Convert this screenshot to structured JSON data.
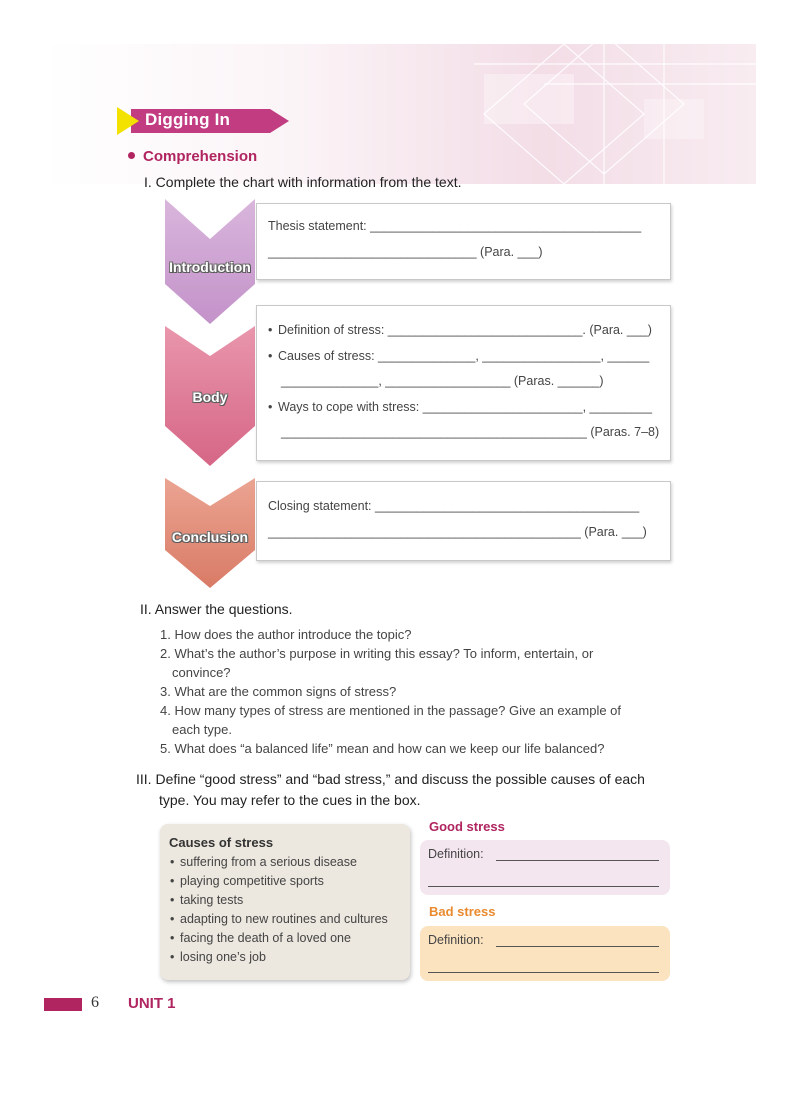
{
  "section_banner": "Digging In",
  "subsection": "Comprehension",
  "part1": {
    "number": "I.",
    "instruction": "Complete the chart with information from the text.",
    "introduction": {
      "label": "Introduction",
      "line1": "Thesis statement: _______________________________________",
      "line2": "______________________________ (Para. ___)"
    },
    "body": {
      "label": "Body",
      "bullet1": "Definition of stress: ____________________________. (Para. ___)",
      "bullet2_a": "Causes of stress: ______________, _________________, ______",
      "bullet2_b": "______________, __________________ (Paras. ______)",
      "bullet3_a": "Ways to cope with stress: _______________________, _________",
      "bullet3_b": "____________________________________________ (Paras. 7–8)"
    },
    "conclusion": {
      "label": "Conclusion",
      "line1": "Closing statement: ______________________________________",
      "line2": "_____________________________________________ (Para. ___)"
    }
  },
  "part2": {
    "number": "II.",
    "instruction": "Answer the questions.",
    "questions": [
      "1. How does the author introduce the topic?",
      "2. What’s the author’s purpose in writing this essay? To inform, entertain, or",
      "convince?",
      "3. What are the common signs of stress?",
      "4. How many types of stress are mentioned in the passage? Give an example of",
      "each type.",
      "5. What does “a balanced life” mean and how can we keep our life balanced?"
    ]
  },
  "part3": {
    "number": "III.",
    "instruction_line1": "Define “good stress” and “bad stress,” and discuss the possible causes of each",
    "instruction_line2": "type. You may refer to the cues in the box.",
    "causes_title": "Causes of stress",
    "causes": [
      "suffering from a serious disease",
      "playing competitive sports",
      "taking tests",
      "adapting to new routines and cultures",
      "facing the death of a loved one",
      "losing one’s job"
    ],
    "good_stress": {
      "title": "Good stress",
      "definition_label": "Definition:"
    },
    "bad_stress": {
      "title": "Bad stress",
      "definition_label": "Definition:"
    }
  },
  "footer": {
    "page": "6",
    "unit": "UNIT 1"
  },
  "colors": {
    "accent": "#b0245f",
    "intro": "#c9a0cf",
    "body": "#d9708f",
    "conclusion": "#de8a78",
    "good_box": "#f3e6ee",
    "bad_box": "#fbe3c0",
    "bad_title": "#e98a2f"
  }
}
